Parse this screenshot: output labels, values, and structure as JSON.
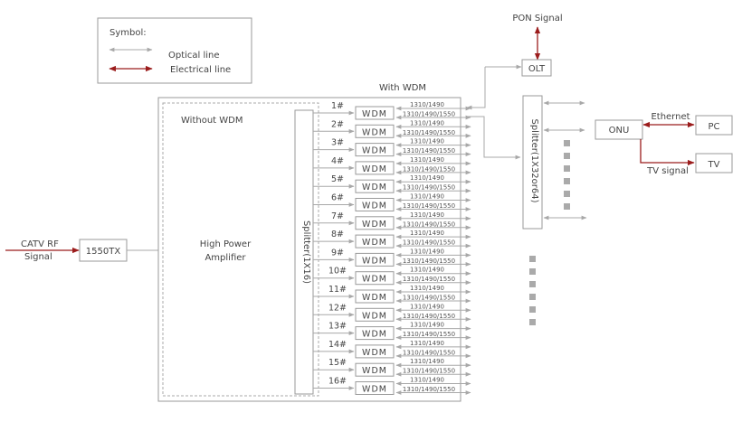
{
  "legend": {
    "title": "Symbol:",
    "optical_label": "Optical line",
    "electrical_label": "Electrical line"
  },
  "colors": {
    "optical": "#a8a8a8",
    "electrical": "#9b1c1c",
    "box_border": "#9a9a9a",
    "text": "#444444"
  },
  "input": {
    "line1": "CATV RF",
    "line2": "Signal",
    "tx_label": "1550TX"
  },
  "amplifier": {
    "with_wdm_label": "With WDM",
    "without_wdm_label": "Without WDM",
    "line1": "High Power",
    "line2": "Amplifier",
    "splitter_label": "Splitter(1X16)"
  },
  "ports": [
    {
      "label": "1#"
    },
    {
      "label": "2#"
    },
    {
      "label": "3#"
    },
    {
      "label": "4#"
    },
    {
      "label": "5#"
    },
    {
      "label": "6#"
    },
    {
      "label": "7#"
    },
    {
      "label": "8#"
    },
    {
      "label": "9#"
    },
    {
      "label": "10#"
    },
    {
      "label": "11#"
    },
    {
      "label": "12#"
    },
    {
      "label": "13#"
    },
    {
      "label": "14#"
    },
    {
      "label": "15#"
    },
    {
      "label": "16#"
    }
  ],
  "wdm": {
    "label": "WDM",
    "upper_wavelength": "1310/1490",
    "lower_wavelength": "1310/1490/1550"
  },
  "pon": {
    "signal_label": "PON Signal",
    "olt_label": "OLT",
    "splitter_label": "Splitter(1X32or64)"
  },
  "onu": {
    "label": "ONU",
    "ethernet_label": "Ethernet",
    "pc_label": "PC",
    "tv_signal_label": "TV signal",
    "tv_label": "TV"
  }
}
